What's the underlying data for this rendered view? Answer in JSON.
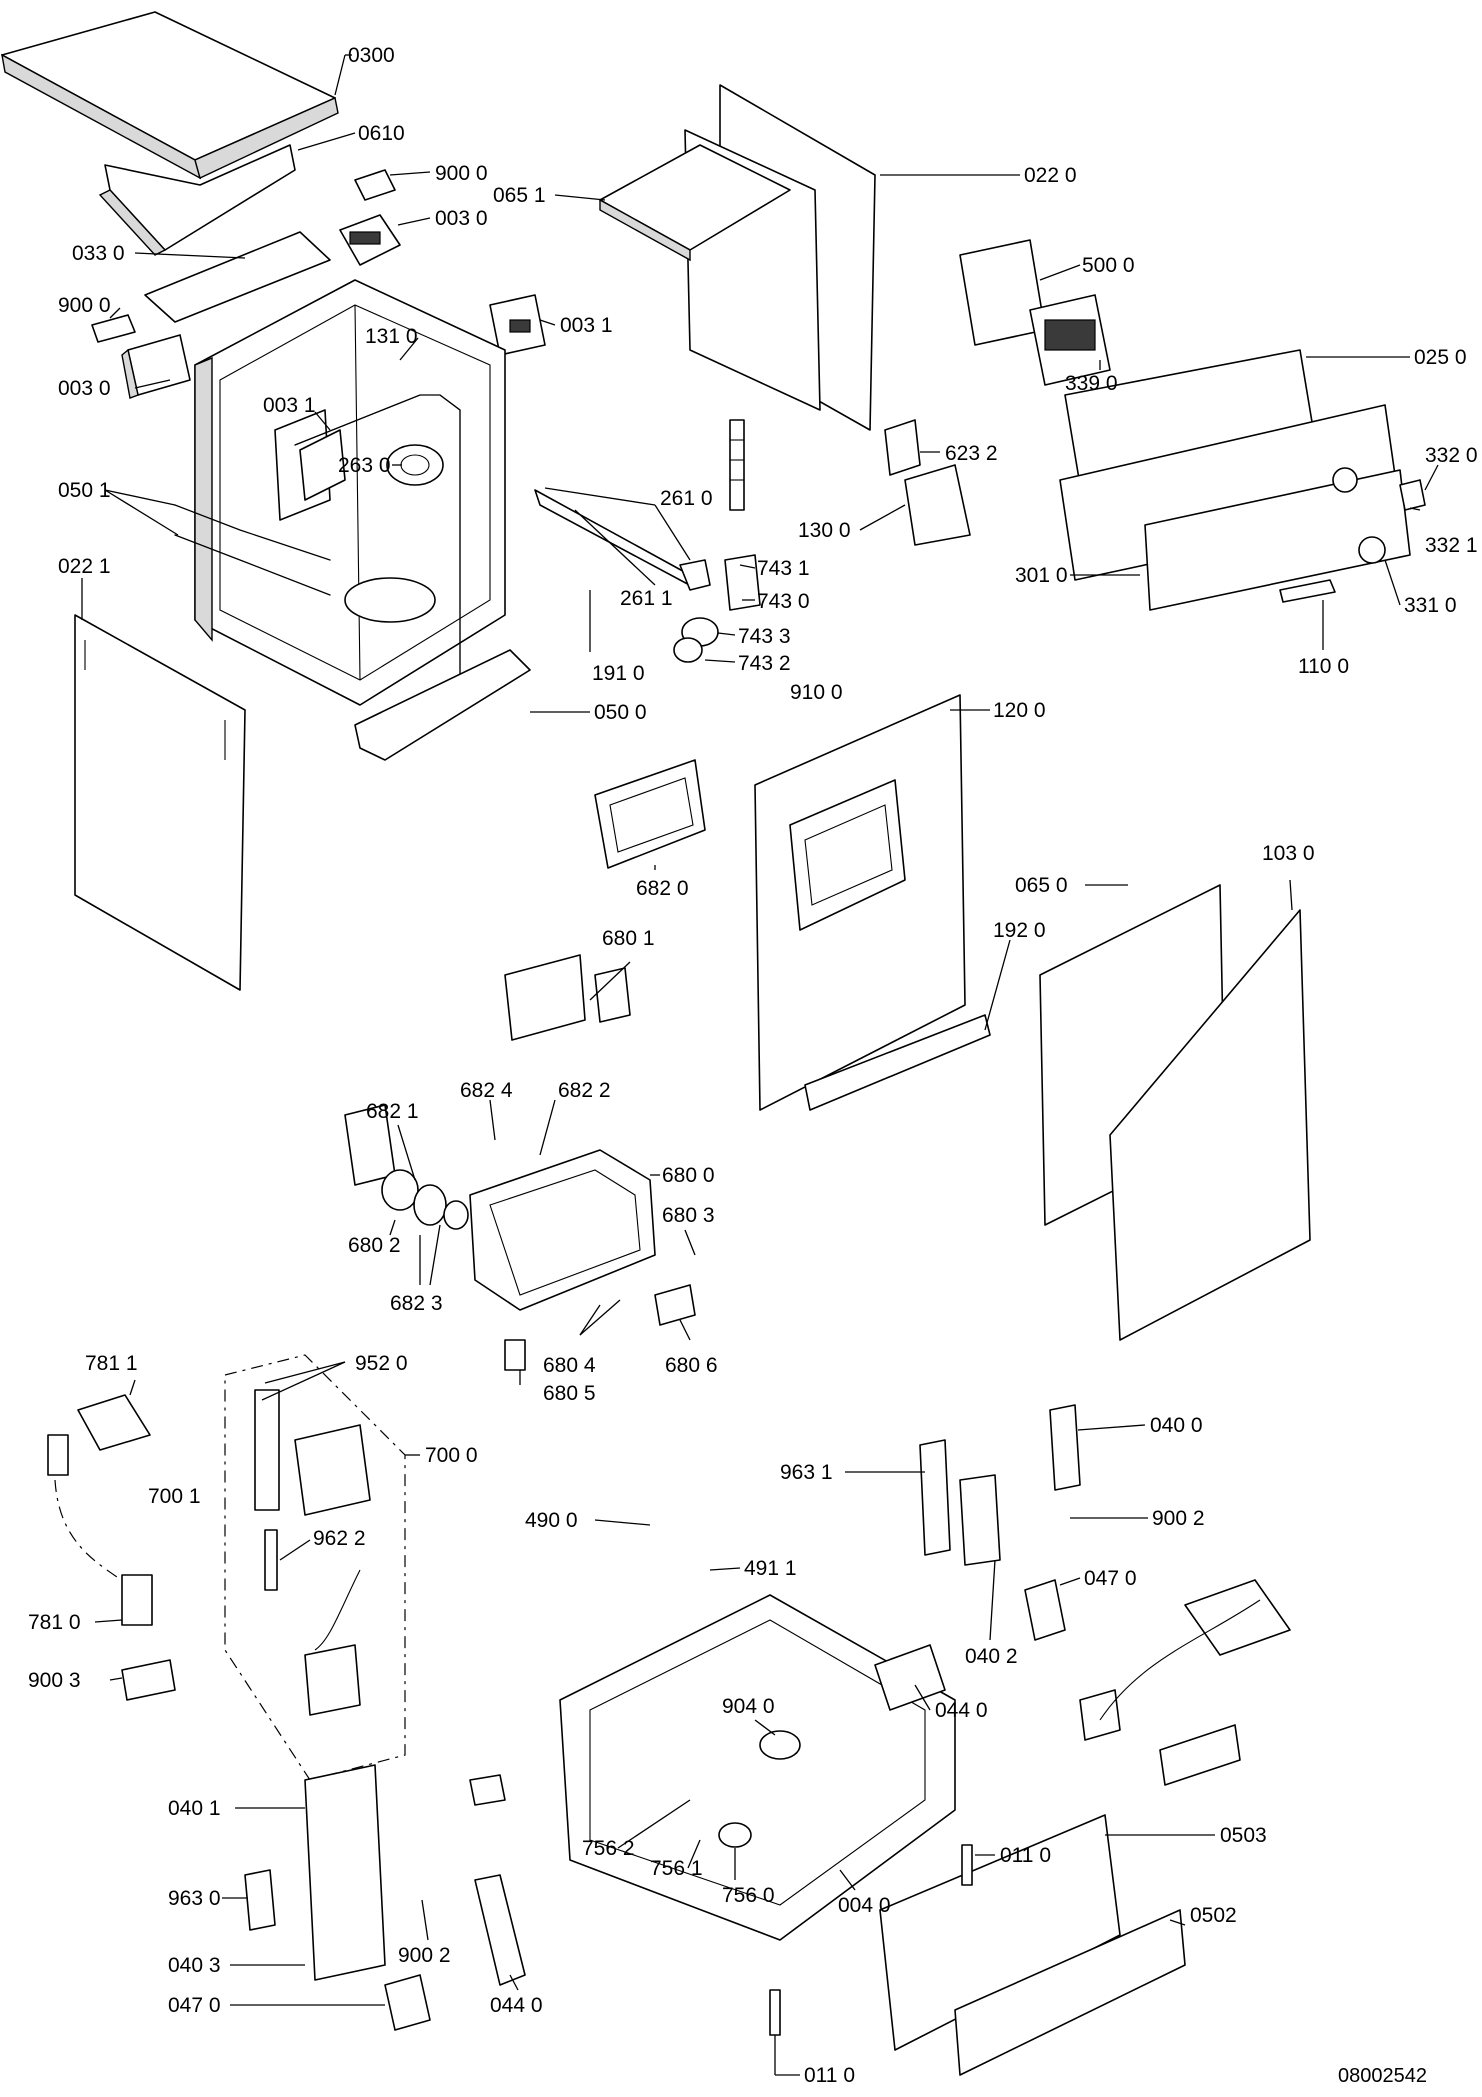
{
  "diagram": {
    "document_number": "08002542",
    "part_labels": [
      "0300",
      "0610",
      "900 0",
      "003 0",
      "033 0",
      "900 0",
      "003 0",
      "131 0",
      "003 1",
      "003 1",
      "263 0",
      "050 1",
      "022 1",
      "065 1",
      "022 0",
      "500 0",
      "025 0",
      "339 0",
      "623 2",
      "130 0",
      "332 0",
      "332 1",
      "301 0",
      "331 0",
      "110 0",
      "261 0",
      "261 1",
      "743 1",
      "743 0",
      "743 3",
      "743 2",
      "191 0",
      "050 0",
      "910 0",
      "120 0",
      "682 0",
      "680 1",
      "065 0",
      "103 0",
      "192 0",
      "682 1",
      "682 4",
      "682 2",
      "680 0",
      "680 2",
      "682 3",
      "680 3",
      "680 4",
      "680 6",
      "680 5",
      "781 1",
      "952 0",
      "700 0",
      "700 1",
      "962 2",
      "781 0",
      "900 3",
      "963 1",
      "040 0",
      "900 2",
      "490 0",
      "491 1",
      "047 0",
      "040 2",
      "044 0",
      "904 0",
      "040 1",
      "756 2",
      "756 1",
      "756 0",
      "004 0",
      "011 0",
      "0503",
      "0502",
      "963 0",
      "900 2",
      "040 3",
      "047 0",
      "044 0",
      "011 0"
    ]
  }
}
